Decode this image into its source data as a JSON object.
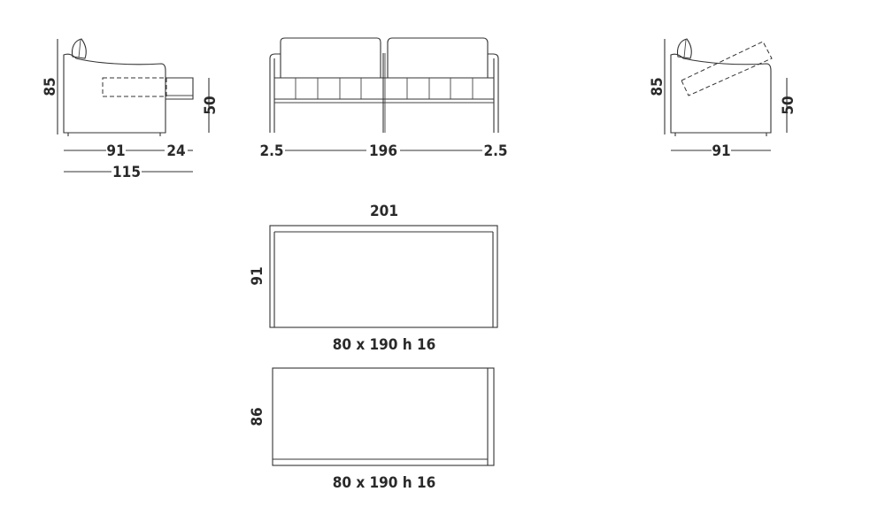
{
  "diagram": {
    "side_view_left": {
      "height": "85",
      "seat_height": "50",
      "depth": "91",
      "extension": "24",
      "total_depth": "115"
    },
    "front_view": {
      "arm_left": "2.5",
      "width": "196",
      "arm_right": "2.5"
    },
    "side_view_right": {
      "height": "85",
      "seat_height": "50",
      "depth": "91"
    },
    "plan_top": {
      "width": "201",
      "depth": "91",
      "mattress": "80 x 190 h 16"
    },
    "plan_bottom": {
      "depth": "86",
      "mattress": "80 x 190 h 16"
    }
  }
}
